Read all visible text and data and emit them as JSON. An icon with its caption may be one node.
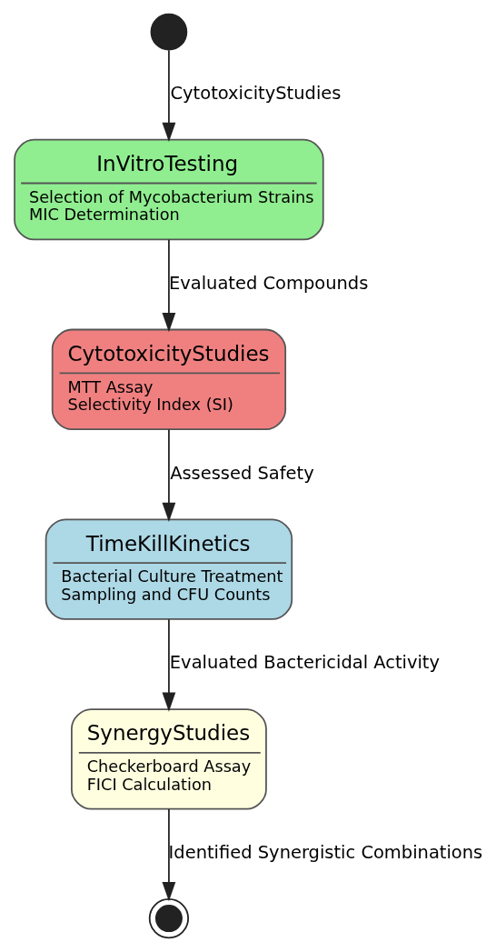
{
  "diagram": {
    "nodes": [
      {
        "text": [],
        "shape": "circle"
      },
      {
        "text": [
          "InVitroTesting",
          "Selection of Mycobacterium Strains",
          "MIC Determination"
        ]
      },
      {
        "text": [
          "CytotoxicityStudies",
          "MTT Assay",
          "Selectivity Index (SI)"
        ]
      },
      {
        "text": [
          "TimeKillKinetics",
          "Bacterial Culture Treatment",
          "Sampling and CFU Counts"
        ]
      },
      {
        "text": [
          "SynergyStudies",
          "Checkerboard Assay",
          "FICI Calculation"
        ]
      },
      {
        "text": [],
        "shape": "target"
      }
    ],
    "edges": [
      {
        "from": 0,
        "to": 1,
        "arrow": "to",
        "label": "CytotoxicityStudies"
      },
      {
        "from": 1,
        "to": 2,
        "arrow": "to",
        "label": "Evaluated Compounds"
      },
      {
        "from": 2,
        "to": 3,
        "arrow": "to",
        "label": "Assessed Safety"
      },
      {
        "from": 3,
        "to": 4,
        "arrow": "to",
        "label": "Evaluated Bactericidal Activity"
      },
      {
        "from": 4,
        "to": 5,
        "arrow": "to",
        "label": "Identified Synergistic Combinations"
      }
    ]
  }
}
